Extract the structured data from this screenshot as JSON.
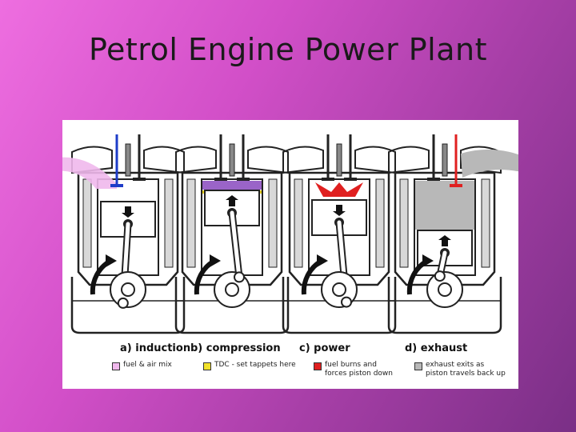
{
  "title": "Petrol Engine Power Plant",
  "strokes": [
    {
      "label": "a) induction",
      "key_lines": [
        "fuel & air mix"
      ],
      "key_color": "#f0b8ec"
    },
    {
      "label": "b) compression",
      "key_lines": [
        "TDC - set tappets here"
      ],
      "key_color": "#f2e22a"
    },
    {
      "label": "c) power",
      "key_lines": [
        "fuel burns and",
        "forces piston down"
      ],
      "key_color": "#e02020"
    },
    {
      "label": "d) exhaust",
      "key_lines": [
        "exhaust exits as",
        "piston travels back up"
      ],
      "key_color": "#b8b8b8"
    }
  ],
  "colors": {
    "intake_valve": "#1e3cc8",
    "exhaust_valve": "#e02020",
    "compression_band": "#e8d020",
    "compressed_gas": "#9a64c8"
  }
}
